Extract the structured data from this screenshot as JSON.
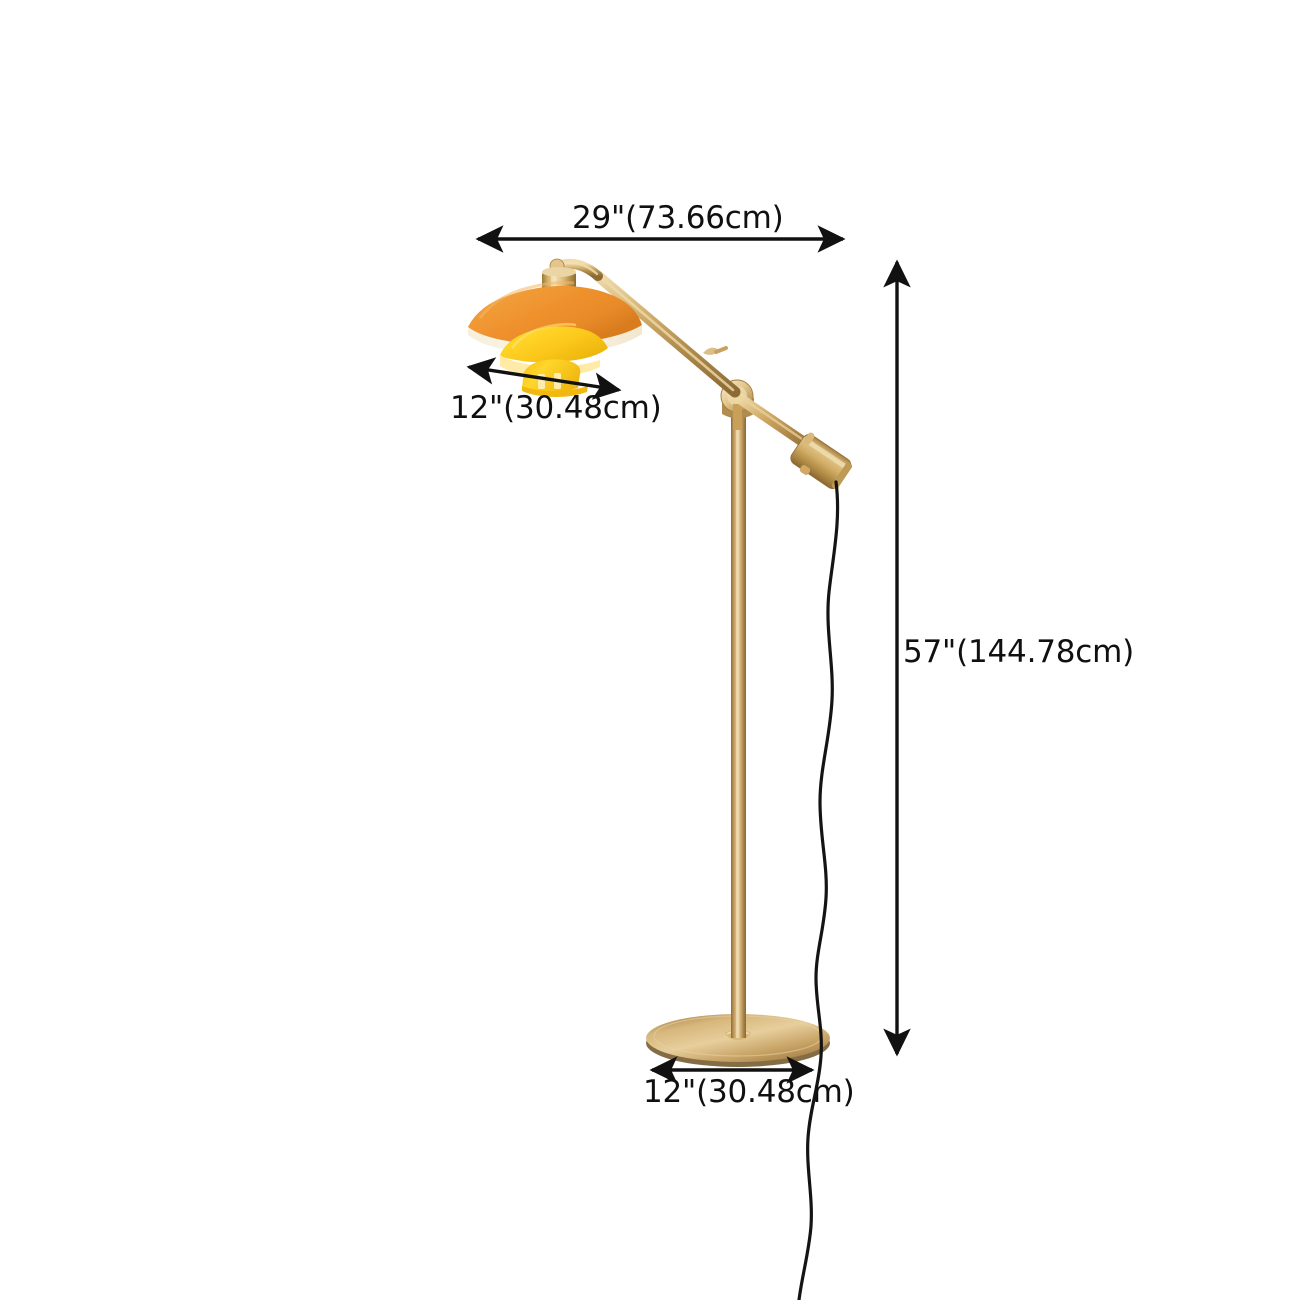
{
  "diagram": {
    "type": "product-dimension-diagram",
    "subject": "brass arc floor lamp with three-tier PH-style shade",
    "background_color": "#ffffff"
  },
  "dimensions": {
    "overall_width": {
      "label": "29\"(73.66cm)",
      "inches": 29,
      "centimeters": 73.66,
      "measures": "overall horizontal reach from shade edge to arm end",
      "arrow": "double-headed-horizontal"
    },
    "shade_diameter": {
      "label": "12\"(30.48cm)",
      "inches": 12,
      "centimeters": 30.48,
      "measures": "lamp shade diameter",
      "arrow": "double-headed-tilted"
    },
    "overall_height": {
      "label": "57\"(144.78cm)",
      "inches": 57,
      "centimeters": 144.78,
      "measures": "overall height from floor to top of arm",
      "arrow": "double-headed-vertical"
    },
    "base_diameter": {
      "label": "12\"(30.48cm)",
      "inches": 12,
      "centimeters": 30.48,
      "measures": "round base diameter",
      "arrow": "double-headed-horizontal"
    }
  },
  "colors": {
    "shade_top_orange": "#EE9130",
    "shade_mid_yellow": "#FBC91C",
    "shade_low_yellow": "#FBCB1E",
    "brass_light": "#E8CD92",
    "brass_mid": "#C9A262",
    "brass_dark": "#9A7840",
    "cord_black": "#1A1A1A",
    "dimension_line": "#111111"
  },
  "parts": [
    {
      "name": "shade-assembly",
      "description": "three-tier layered reflector shade"
    },
    {
      "name": "shade-top-orange",
      "description": "large orange upper reflector"
    },
    {
      "name": "shade-middle-yellow",
      "description": "medium yellow middle reflector"
    },
    {
      "name": "shade-bottom-yellow",
      "description": "small yellow lower reflector with slots"
    },
    {
      "name": "shade-canopy",
      "description": "brass cylinder canopy atop shade"
    },
    {
      "name": "lamp-arm",
      "description": "diagonal brass arm with curved top"
    },
    {
      "name": "pivot-joint",
      "description": "brass circular pivot knuckle"
    },
    {
      "name": "counterweight",
      "description": "brass cylinder counterweight on lower arm"
    },
    {
      "name": "lamp-pole",
      "description": "vertical brass pole"
    },
    {
      "name": "lamp-base",
      "description": "round flat brass base disc"
    },
    {
      "name": "power-cord",
      "description": "black wavy power cord"
    }
  ]
}
